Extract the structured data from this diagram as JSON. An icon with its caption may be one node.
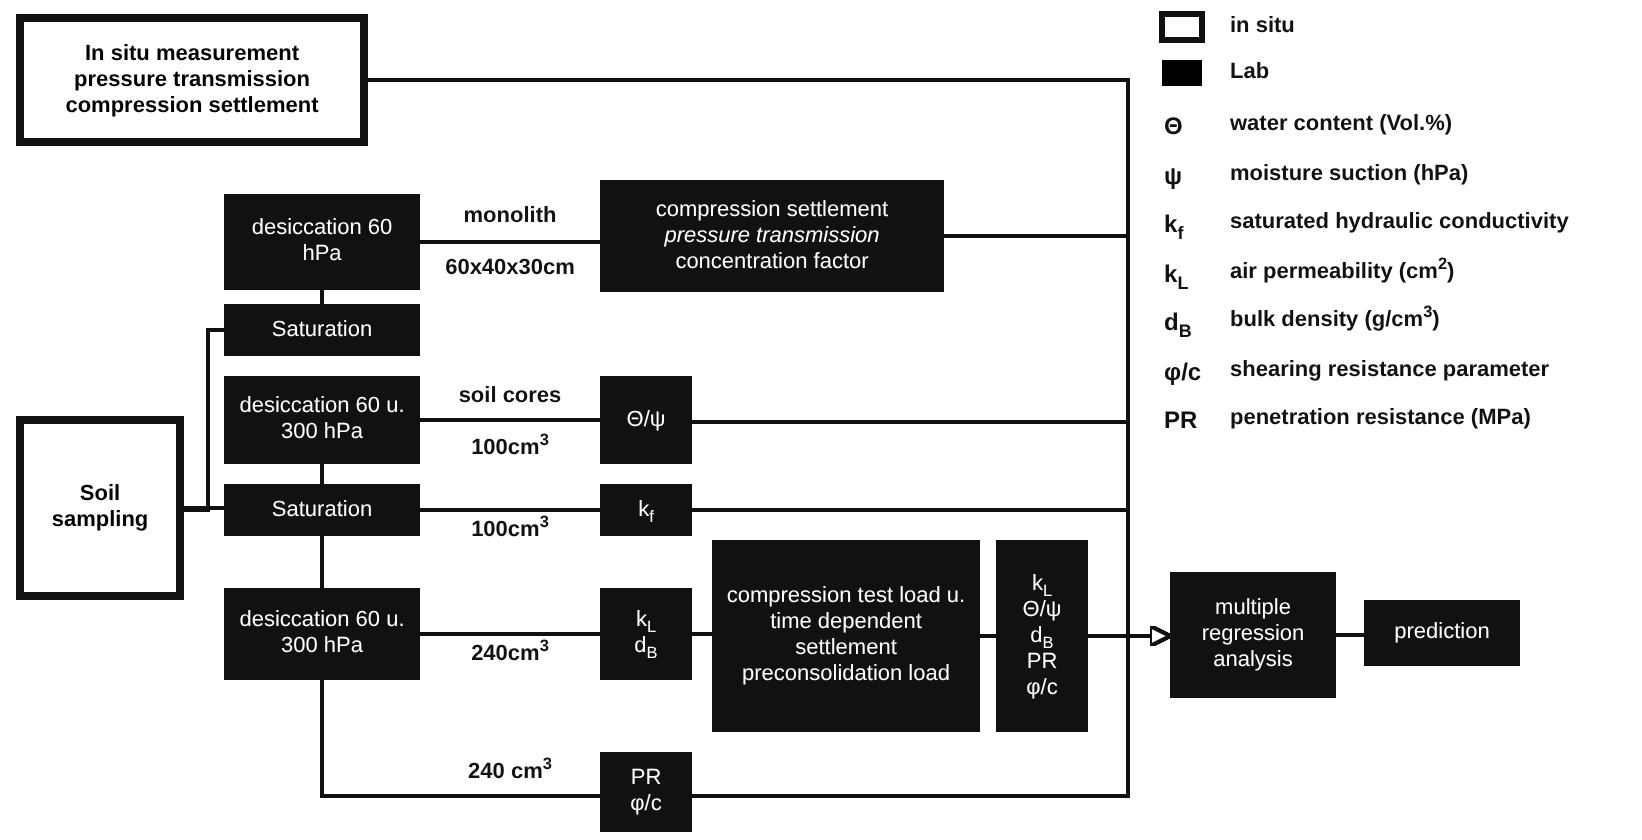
{
  "diagram": {
    "nodes": [
      {
        "text": [
          "In situ measurement pressure transmission compression settlement"
        ]
      },
      {
        "text": [
          "desiccation 60 hPa"
        ]
      },
      {
        "text": [
          "compression settlement",
          "pressure transmission",
          "concentration factor"
        ]
      },
      {
        "text": [
          "Saturation"
        ]
      },
      {
        "text": [
          "desiccation 60 u. 300 hPa"
        ]
      },
      {
        "text": [
          "Θ/ψ"
        ]
      },
      {
        "text": [
          "Soil sampling"
        ]
      },
      {
        "text": [
          "Saturation"
        ]
      },
      {
        "text": [
          "k$_{f}$"
        ]
      },
      {
        "text": [
          "desiccation 60 u. 300 hPa"
        ]
      },
      {
        "text": [
          "k$_{L}$",
          "d$_{B}$"
        ]
      },
      {
        "text": [
          "compression test load u. time dependent settlement preconsolidation load"
        ]
      },
      {
        "text": [
          "k$_{L}$",
          "Θ/ψ",
          "d$_{B}$",
          "PR",
          "φ/c"
        ]
      },
      {
        "text": [
          "PR",
          "φ/c"
        ]
      },
      {
        "text": [
          "multiple regression analysis"
        ]
      },
      {
        "text": [
          "prediction"
        ]
      }
    ],
    "edges": [
      {
        "from": 0,
        "to": 14,
        "arrow": "to"
      },
      {
        "from": 1,
        "to": 2,
        "arrow": "none",
        "label": "monolith 60x40x30cm"
      },
      {
        "from": 3,
        "to": 1,
        "arrow": "none"
      },
      {
        "from": 6,
        "to": 7,
        "arrow": "none"
      },
      {
        "from": 6,
        "to": 3,
        "arrow": "none"
      },
      {
        "from": 7,
        "to": 4,
        "arrow": "none"
      },
      {
        "from": 4,
        "to": 5,
        "arrow": "none",
        "label": "soil cores 100cm$^{3}$"
      },
      {
        "from": 7,
        "to": 8,
        "arrow": "none",
        "label": "100cm$^{3}$"
      },
      {
        "from": 7,
        "to": 9,
        "arrow": "none"
      },
      {
        "from": 9,
        "to": 10,
        "arrow": "none",
        "label": "240cm$^{3}$"
      },
      {
        "from": 9,
        "to": 13,
        "arrow": "none",
        "label": "240 cm$^{3}$"
      },
      {
        "from": 10,
        "to": 11,
        "arrow": "none"
      },
      {
        "from": 11,
        "to": 12,
        "arrow": "none"
      },
      {
        "from": 2,
        "to": 14,
        "arrow": "to"
      },
      {
        "from": 5,
        "to": 14,
        "arrow": "to"
      },
      {
        "from": 8,
        "to": 14,
        "arrow": "to"
      },
      {
        "from": 13,
        "to": 14,
        "arrow": "to"
      },
      {
        "from": 12,
        "to": 14,
        "arrow": "to"
      },
      {
        "from": 14,
        "to": 15,
        "arrow": "none"
      }
    ],
    "labels": [
      "Θ",
      "water content (Vol.%)",
      "ψ",
      "moisture suction (hPa)",
      "k$_{f}$",
      "saturated hydraulic conductivity",
      "k$_{L}$",
      "air permeability (cm$^{2}$)",
      "d$_{B}$",
      "bulk density (g/cm$^{3}$)",
      "φ/c",
      "shearing resistance parameter",
      "PR",
      "penetration resistance (MPa)"
    ],
    "legend": [
      {
        "text": "in situ"
      },
      {
        "text": "Lab",
        "color": "#000000"
      }
    ]
  }
}
